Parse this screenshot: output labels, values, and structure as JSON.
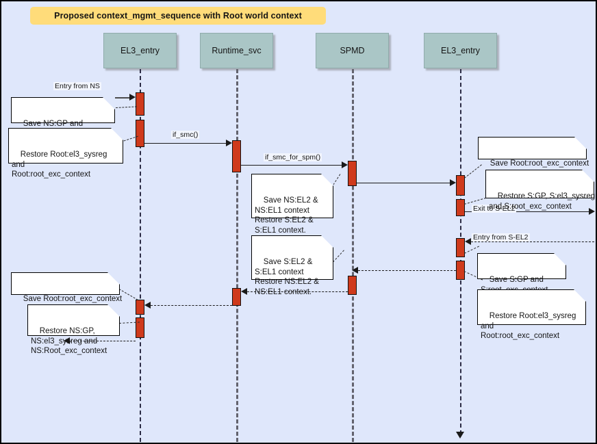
{
  "diagram": {
    "title": "Proposed context_mgmt_sequence with Root world context",
    "participants": [
      {
        "name": "EL3_entry"
      },
      {
        "name": "Runtime_svc"
      },
      {
        "name": "SPMD"
      },
      {
        "name": "EL3_entry"
      }
    ],
    "messages": [
      {
        "label": "Entry from NS"
      },
      {
        "label": "if_smc()"
      },
      {
        "label": "if_smc_for_spm()"
      },
      {
        "label": "Exit to S-EL2"
      },
      {
        "label": "Entry from S-EL2"
      }
    ],
    "notes": [
      {
        "text": "Save NS:GP and\nNS:Root_exc_context"
      },
      {
        "text": "Restore Root:el3_sysreg\nand\nRoot:root_exc_context"
      },
      {
        "text": "Save NS:EL2 &\nNS:EL1 context\nRestore S:EL2 &\nS:EL1 context."
      },
      {
        "text": "Save Root:root_exc_context"
      },
      {
        "text": "Restore S:GP, S:el3_sysreg\nand S:root_exc_context"
      },
      {
        "text": "Save S:EL2 &\nS:EL1 context\nRestore NS:EL2 &\nNS:EL1 context."
      },
      {
        "text": "Save S:GP and\nS:root_exc_context"
      },
      {
        "text": "Restore Root:el3_sysreg\nand\nRoot:root_exc_context"
      },
      {
        "text": "Save Root:root_exc_context"
      },
      {
        "text": "Restore NS:GP,\nNS:el3_sysreg and\nNS:Root_exc_context"
      }
    ],
    "colors": {
      "background": "#dfe7fb",
      "title_banner": "#ffdc7a",
      "participant_box": "#aac6c6",
      "activation": "#cf3a1c",
      "note": "#ffffff",
      "line": "#1a1a1a"
    }
  }
}
